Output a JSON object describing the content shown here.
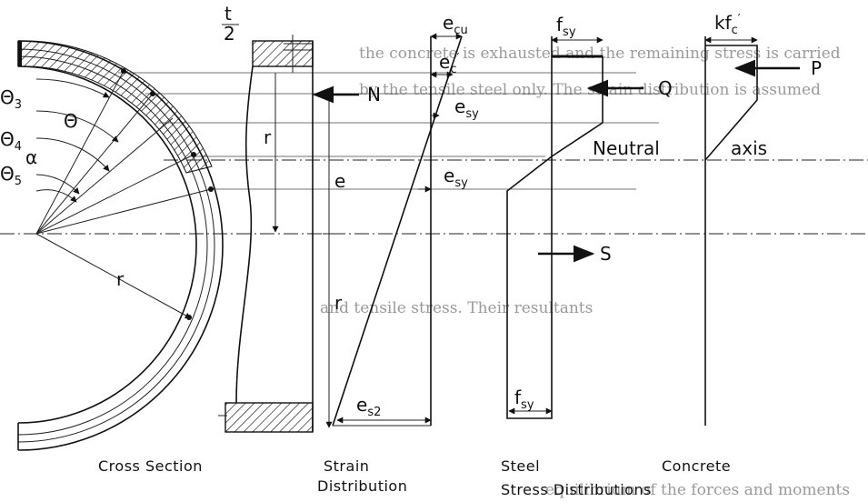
{
  "ghost_text": {
    "line1": "the concrete is exhausted and the remaining stress is carried",
    "line2": "by the tensile steel only. The strain distribution is assumed",
    "line3": "and tensile stress. Their resultants",
    "line4": "equilibrium of the forces and moments"
  },
  "cross_section": {
    "theta3": "Θ",
    "theta3_sub": "3",
    "theta": "Θ",
    "theta4": "Θ",
    "theta4_sub": "4",
    "alpha": "α",
    "theta5": "Θ",
    "theta5_sub": "5",
    "r": "r",
    "caption": "Cross Section"
  },
  "strain": {
    "t_num": "t",
    "t_den": "2",
    "N": "N",
    "r_top": "r",
    "e": "e",
    "r_bottom": "r",
    "e_cu": "e",
    "e_cu_sub": "cu",
    "e_c_prime": "e",
    "e_c_prime_sub": "c",
    "e_sy_upper": "e",
    "e_sy_upper_sub": "sy",
    "e_sy_lower": "e",
    "e_sy_lower_sub": "sy",
    "e_s2": "e",
    "e_s2_sub": "s2",
    "caption_line1": "Strain",
    "caption_line2": "Distribution"
  },
  "steel": {
    "f_sy_top": "f",
    "f_sy_top_sub": "sy",
    "Q": "Q",
    "neutral": "Neutral",
    "S": "S",
    "f_sy_bottom": "f",
    "f_sy_bottom_sub": "sy",
    "caption": "Steel"
  },
  "concrete": {
    "kfc": "kf",
    "kfc_sub": "c",
    "P": "P",
    "axis": "axis",
    "caption": "Concrete"
  },
  "shared_caption": "Stress  Distributions"
}
